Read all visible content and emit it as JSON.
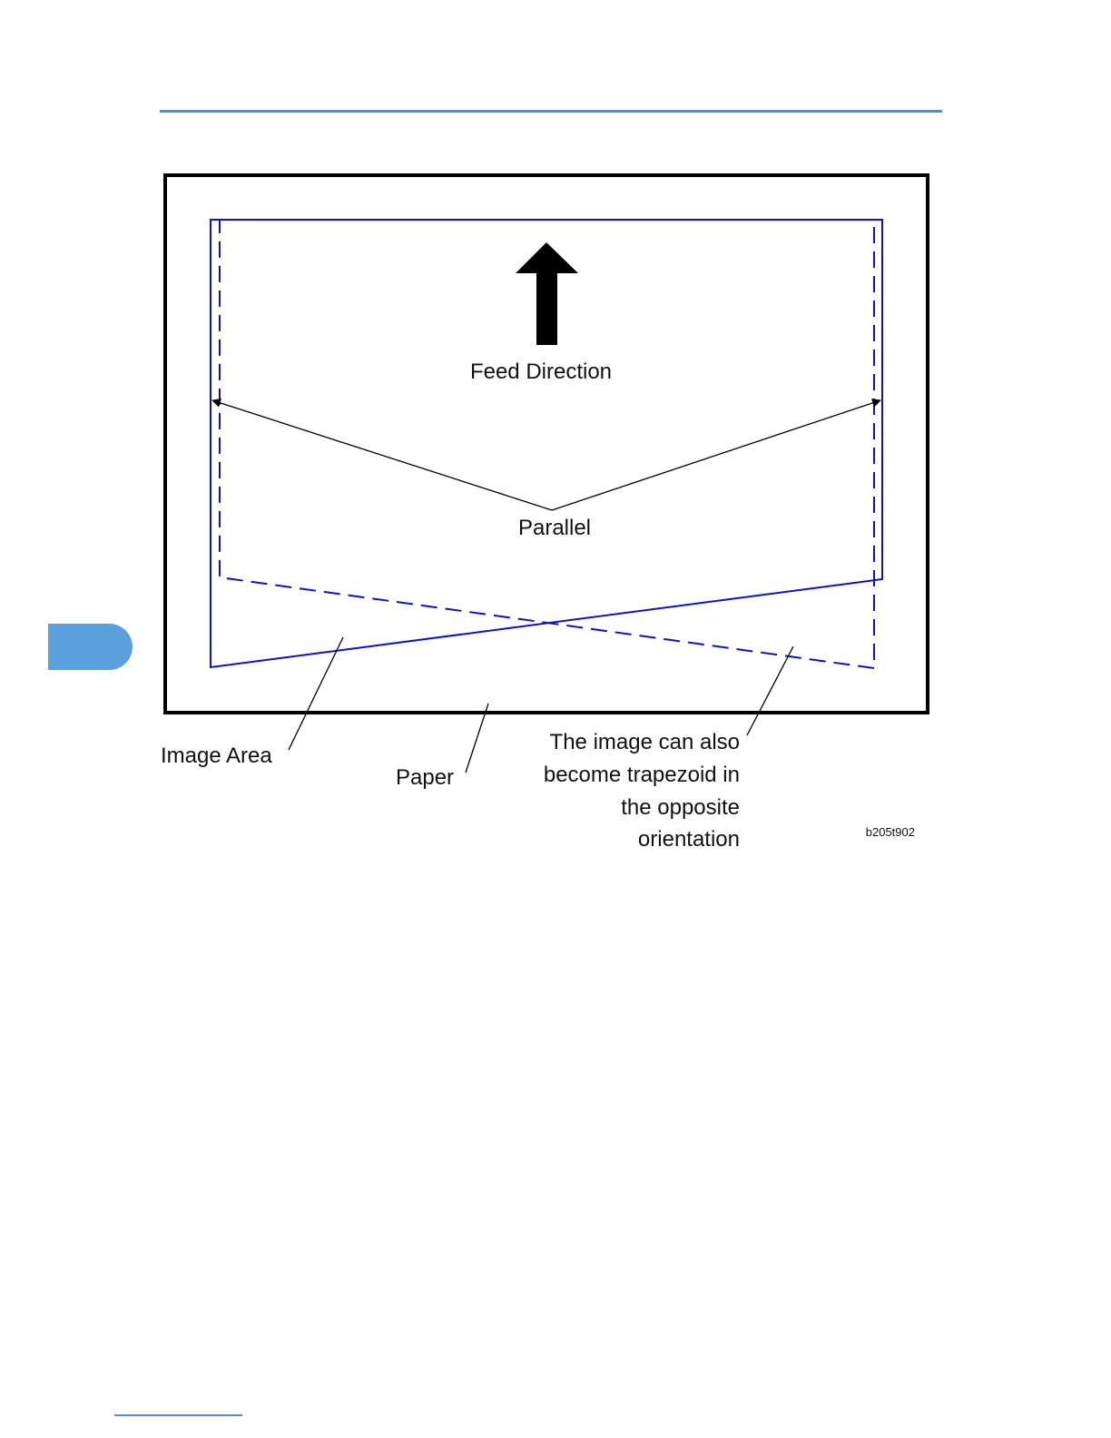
{
  "colors": {
    "accent": "#4a90d0",
    "tab": "#5aa0dc",
    "image_area": "#1010c8",
    "paper_border": "#000000"
  },
  "diagram": {
    "feed_direction": "Feed Direction",
    "parallel": "Parallel",
    "image_area": "Image Area",
    "paper": "Paper",
    "note_lines": [
      "The image can also",
      "become trapezoid in",
      "the opposite",
      "orientation"
    ],
    "figure_id": "b205t902"
  },
  "icons": {
    "feed_arrow": "up-arrow-icon"
  }
}
